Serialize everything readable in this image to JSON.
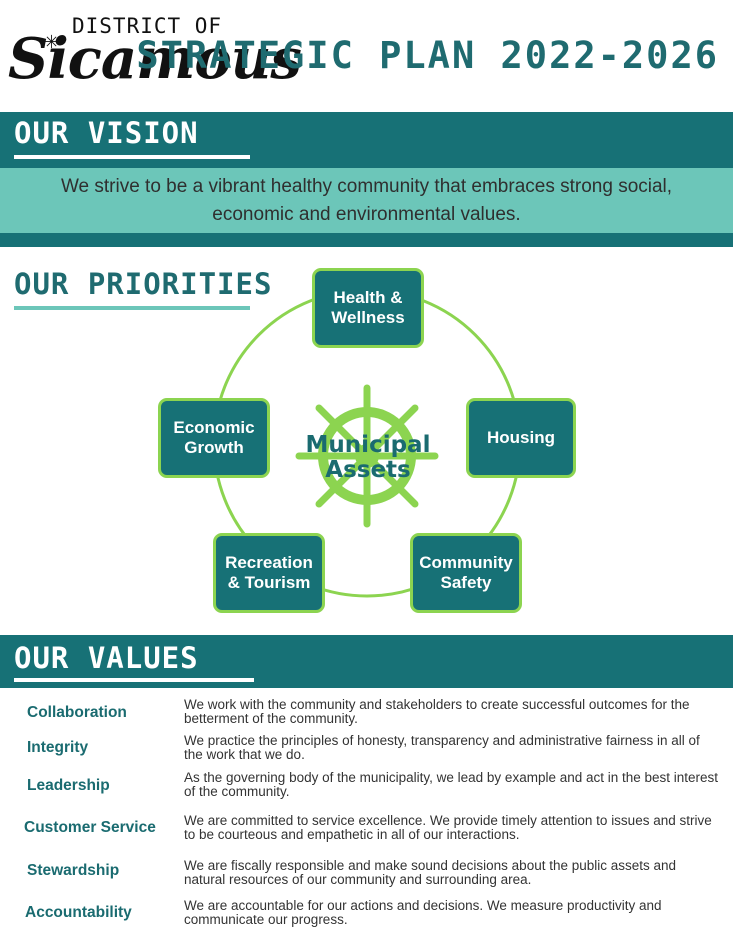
{
  "header": {
    "logo_top": "DISTRICT OF",
    "logo_main": "Sicamous",
    "plan_title": "STRATEGIC PLAN 2022-2026"
  },
  "vision": {
    "title": "OUR VISION",
    "text": "We strive to be a vibrant healthy community that embraces strong social, economic and environmental values."
  },
  "priorities": {
    "title": "OUR PRIORITIES",
    "center": "Municipal Assets",
    "items": [
      {
        "label": "Health & Wellness"
      },
      {
        "label": "Housing"
      },
      {
        "label": "Community Safety"
      },
      {
        "label": "Recreation & Tourism"
      },
      {
        "label": "Economic Growth"
      }
    ]
  },
  "values": {
    "title": "OUR VALUES",
    "items": [
      {
        "name": "Collaboration",
        "desc": "We work with the community and stakeholders to create successful outcomes for the betterment of the community."
      },
      {
        "name": "Integrity",
        "desc": "We practice the principles of honesty, transparency and administrative fairness in all of the work that we do."
      },
      {
        "name": "Leadership",
        "desc": "As the governing body of the municipality, we lead by example and act in the best interest of the community."
      },
      {
        "name": "Customer Service",
        "desc": "We are committed to service excellence. We provide timely attention to issues and strive to be courteous and empathetic in all of our interactions."
      },
      {
        "name": "Stewardship",
        "desc": "We are fiscally responsible and make sound decisions about the public assets and natural resources of our community and surrounding area."
      },
      {
        "name": "Accountability",
        "desc": "We are accountable for our actions and decisions. We measure productivity and communicate our progress."
      }
    ]
  },
  "colors": {
    "dark_teal": "#177176",
    "light_teal": "#6cc6b9",
    "lime": "#8cd450"
  }
}
